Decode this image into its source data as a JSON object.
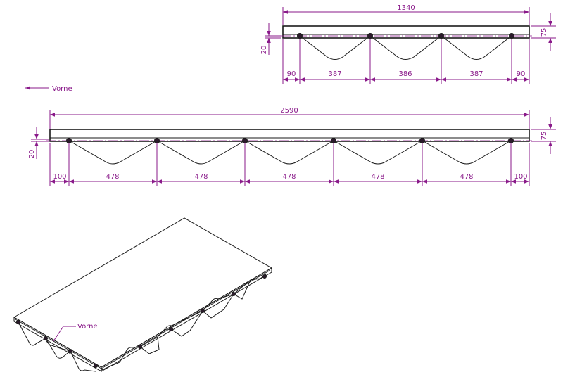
{
  "colors": {
    "dimension": "#8a1a8a",
    "object": "#1a1a1a",
    "background": "#ffffff"
  },
  "top_view": {
    "overall_width": "1340",
    "thickness": "75",
    "offset": "20",
    "segments": [
      "90",
      "387",
      "386",
      "387",
      "90"
    ]
  },
  "direction_label": "Vorne",
  "side_view": {
    "overall_width": "2590",
    "thickness": "75",
    "offset": "20",
    "segments": [
      "100",
      "478",
      "478",
      "478",
      "478",
      "478",
      "100"
    ]
  },
  "iso_view": {
    "label": "Vorne"
  }
}
